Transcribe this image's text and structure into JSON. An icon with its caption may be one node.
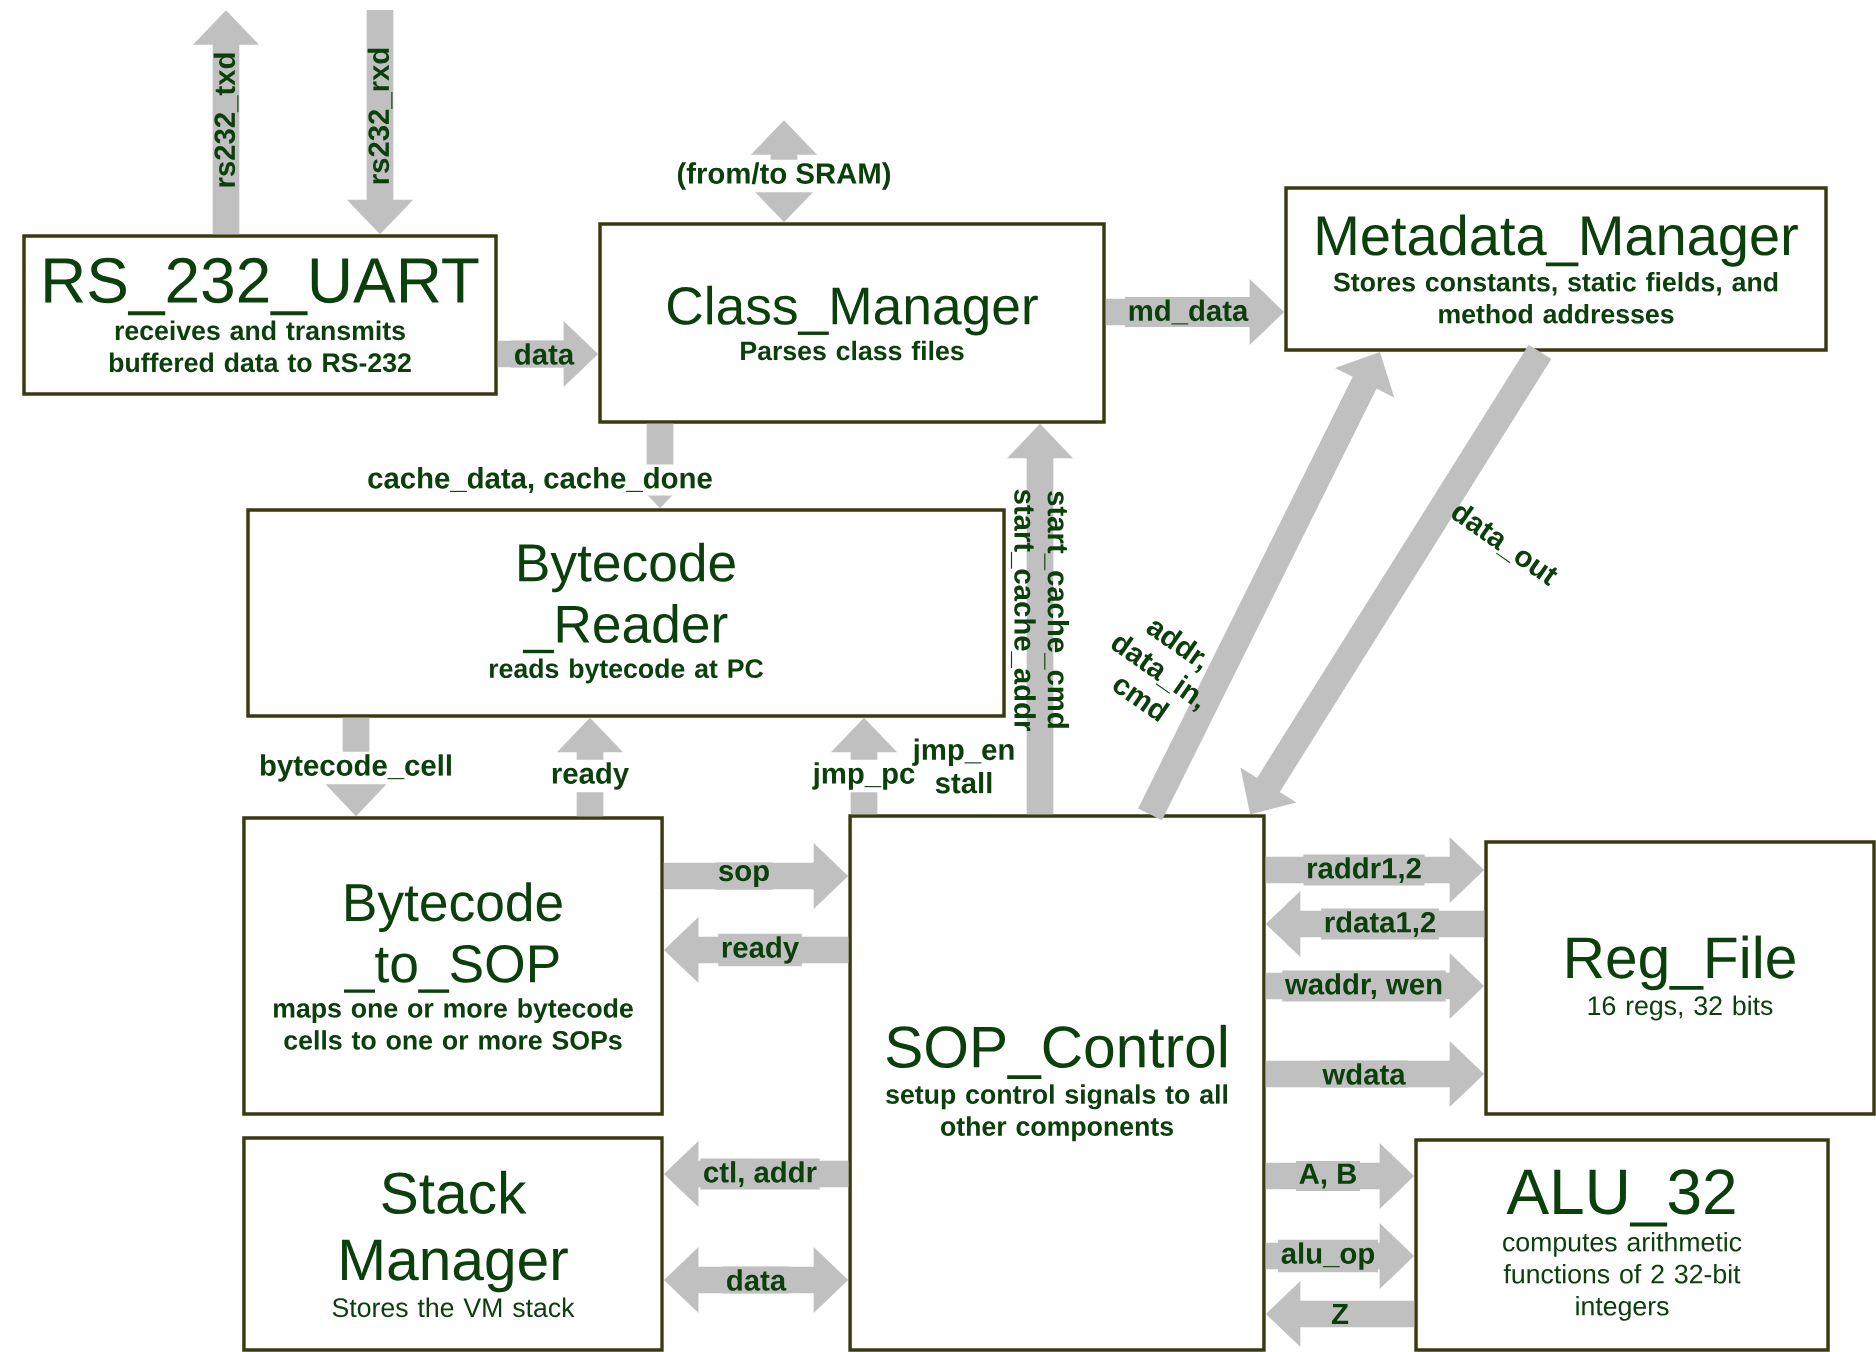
{
  "diagram": {
    "nodes": [
      {
        "text": [
          "RS_232_UART",
          "receives and transmits buffered data to RS-232"
        ]
      },
      {
        "text": [
          "Class_Manager",
          "Parses class files"
        ]
      },
      {
        "text": [
          "Metadata_Manager",
          "Stores constants, static fields, and method addresses"
        ]
      },
      {
        "text": [
          "Bytecode _Reader",
          "reads bytecode at PC"
        ]
      },
      {
        "text": [
          "Bytecode _to_SOP",
          "maps one or more bytecode cells to one or more SOPs"
        ]
      },
      {
        "text": [
          "Stack Manager",
          "Stores the VM stack"
        ]
      },
      {
        "text": [
          "SOP_Control",
          "setup control signals to all other components"
        ]
      },
      {
        "text": [
          "Reg_File",
          "16 regs, 32 bits"
        ]
      },
      {
        "text": [
          "ALU_32",
          "computes arithmetic functions of 2 32-bit integers"
        ]
      }
    ],
    "edges": [
      {
        "from": 0,
        "to": null,
        "arrow": "to",
        "label": "rs232_txd"
      },
      {
        "from": null,
        "to": 0,
        "arrow": "to",
        "label": "rs232_rxd"
      },
      {
        "from": 1,
        "to": null,
        "arrow": "both",
        "label": "(from/to SRAM)"
      },
      {
        "from": 0,
        "to": 1,
        "arrow": "to",
        "label": "data"
      },
      {
        "from": 1,
        "to": 3,
        "arrow": "to",
        "label": "cache_data, cache_done"
      },
      {
        "from": 1,
        "to": 2,
        "arrow": "to",
        "label": "md_data"
      },
      {
        "from": 6,
        "to": 1,
        "arrow": "to",
        "label": "start_cache_cmd start_cache_addr"
      },
      {
        "from": 6,
        "to": 2,
        "arrow": "to",
        "label": "addr, data_in, cmd"
      },
      {
        "from": 2,
        "to": 6,
        "arrow": "to",
        "label": "data_out"
      },
      {
        "from": 3,
        "to": 4,
        "arrow": "to",
        "label": "bytecode_cell"
      },
      {
        "from": 4,
        "to": 3,
        "arrow": "to",
        "label": "ready"
      },
      {
        "from": 6,
        "to": 3,
        "arrow": "to",
        "label": "jmp_pc"
      },
      {
        "from": 4,
        "to": 6,
        "arrow": "to",
        "label": "sop"
      },
      {
        "from": 6,
        "to": 4,
        "arrow": "to",
        "label": "ready"
      },
      {
        "from": 6,
        "to": 5,
        "arrow": "to",
        "label": "ctl, addr"
      },
      {
        "from": 5,
        "to": 6,
        "arrow": "both",
        "label": "data"
      },
      {
        "from": 6,
        "to": 7,
        "arrow": "to",
        "label": "raddr1,2"
      },
      {
        "from": 7,
        "to": 6,
        "arrow": "to",
        "label": "rdata1,2"
      },
      {
        "from": 6,
        "to": 7,
        "arrow": "to",
        "label": "waddr, wen"
      },
      {
        "from": 6,
        "to": 7,
        "arrow": "to",
        "label": "wdata"
      },
      {
        "from": 6,
        "to": 8,
        "arrow": "to",
        "label": "A, B"
      },
      {
        "from": 6,
        "to": 8,
        "arrow": "to",
        "label": "alu_op"
      },
      {
        "from": 8,
        "to": 6,
        "arrow": "to",
        "label": "Z"
      }
    ],
    "labels": [
      "jmp_en stall"
    ]
  }
}
